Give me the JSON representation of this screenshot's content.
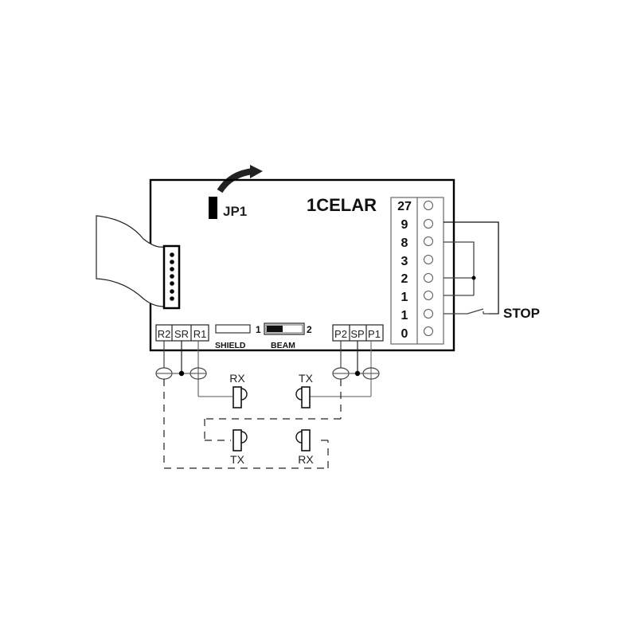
{
  "diagram": {
    "board_label": "1CELAR",
    "jumper_label": "JP1",
    "stop_label": "STOP",
    "terminal_block": {
      "terminals": [
        "27",
        "9",
        "8",
        "3",
        "2",
        "1",
        "1",
        "0"
      ]
    },
    "receiver_terminals": [
      "R2",
      "SR",
      "R1"
    ],
    "transmitter_terminals": [
      "P2",
      "SP",
      "P1"
    ],
    "shield_switch": {
      "label": "SHIELD",
      "position_label": "1"
    },
    "beam_switch": {
      "label": "BEAM",
      "position_label": "2"
    },
    "photocells": {
      "pair1_rx": "RX",
      "pair1_tx": "TX",
      "pair2_tx": "TX",
      "pair2_rx": "RX"
    }
  }
}
